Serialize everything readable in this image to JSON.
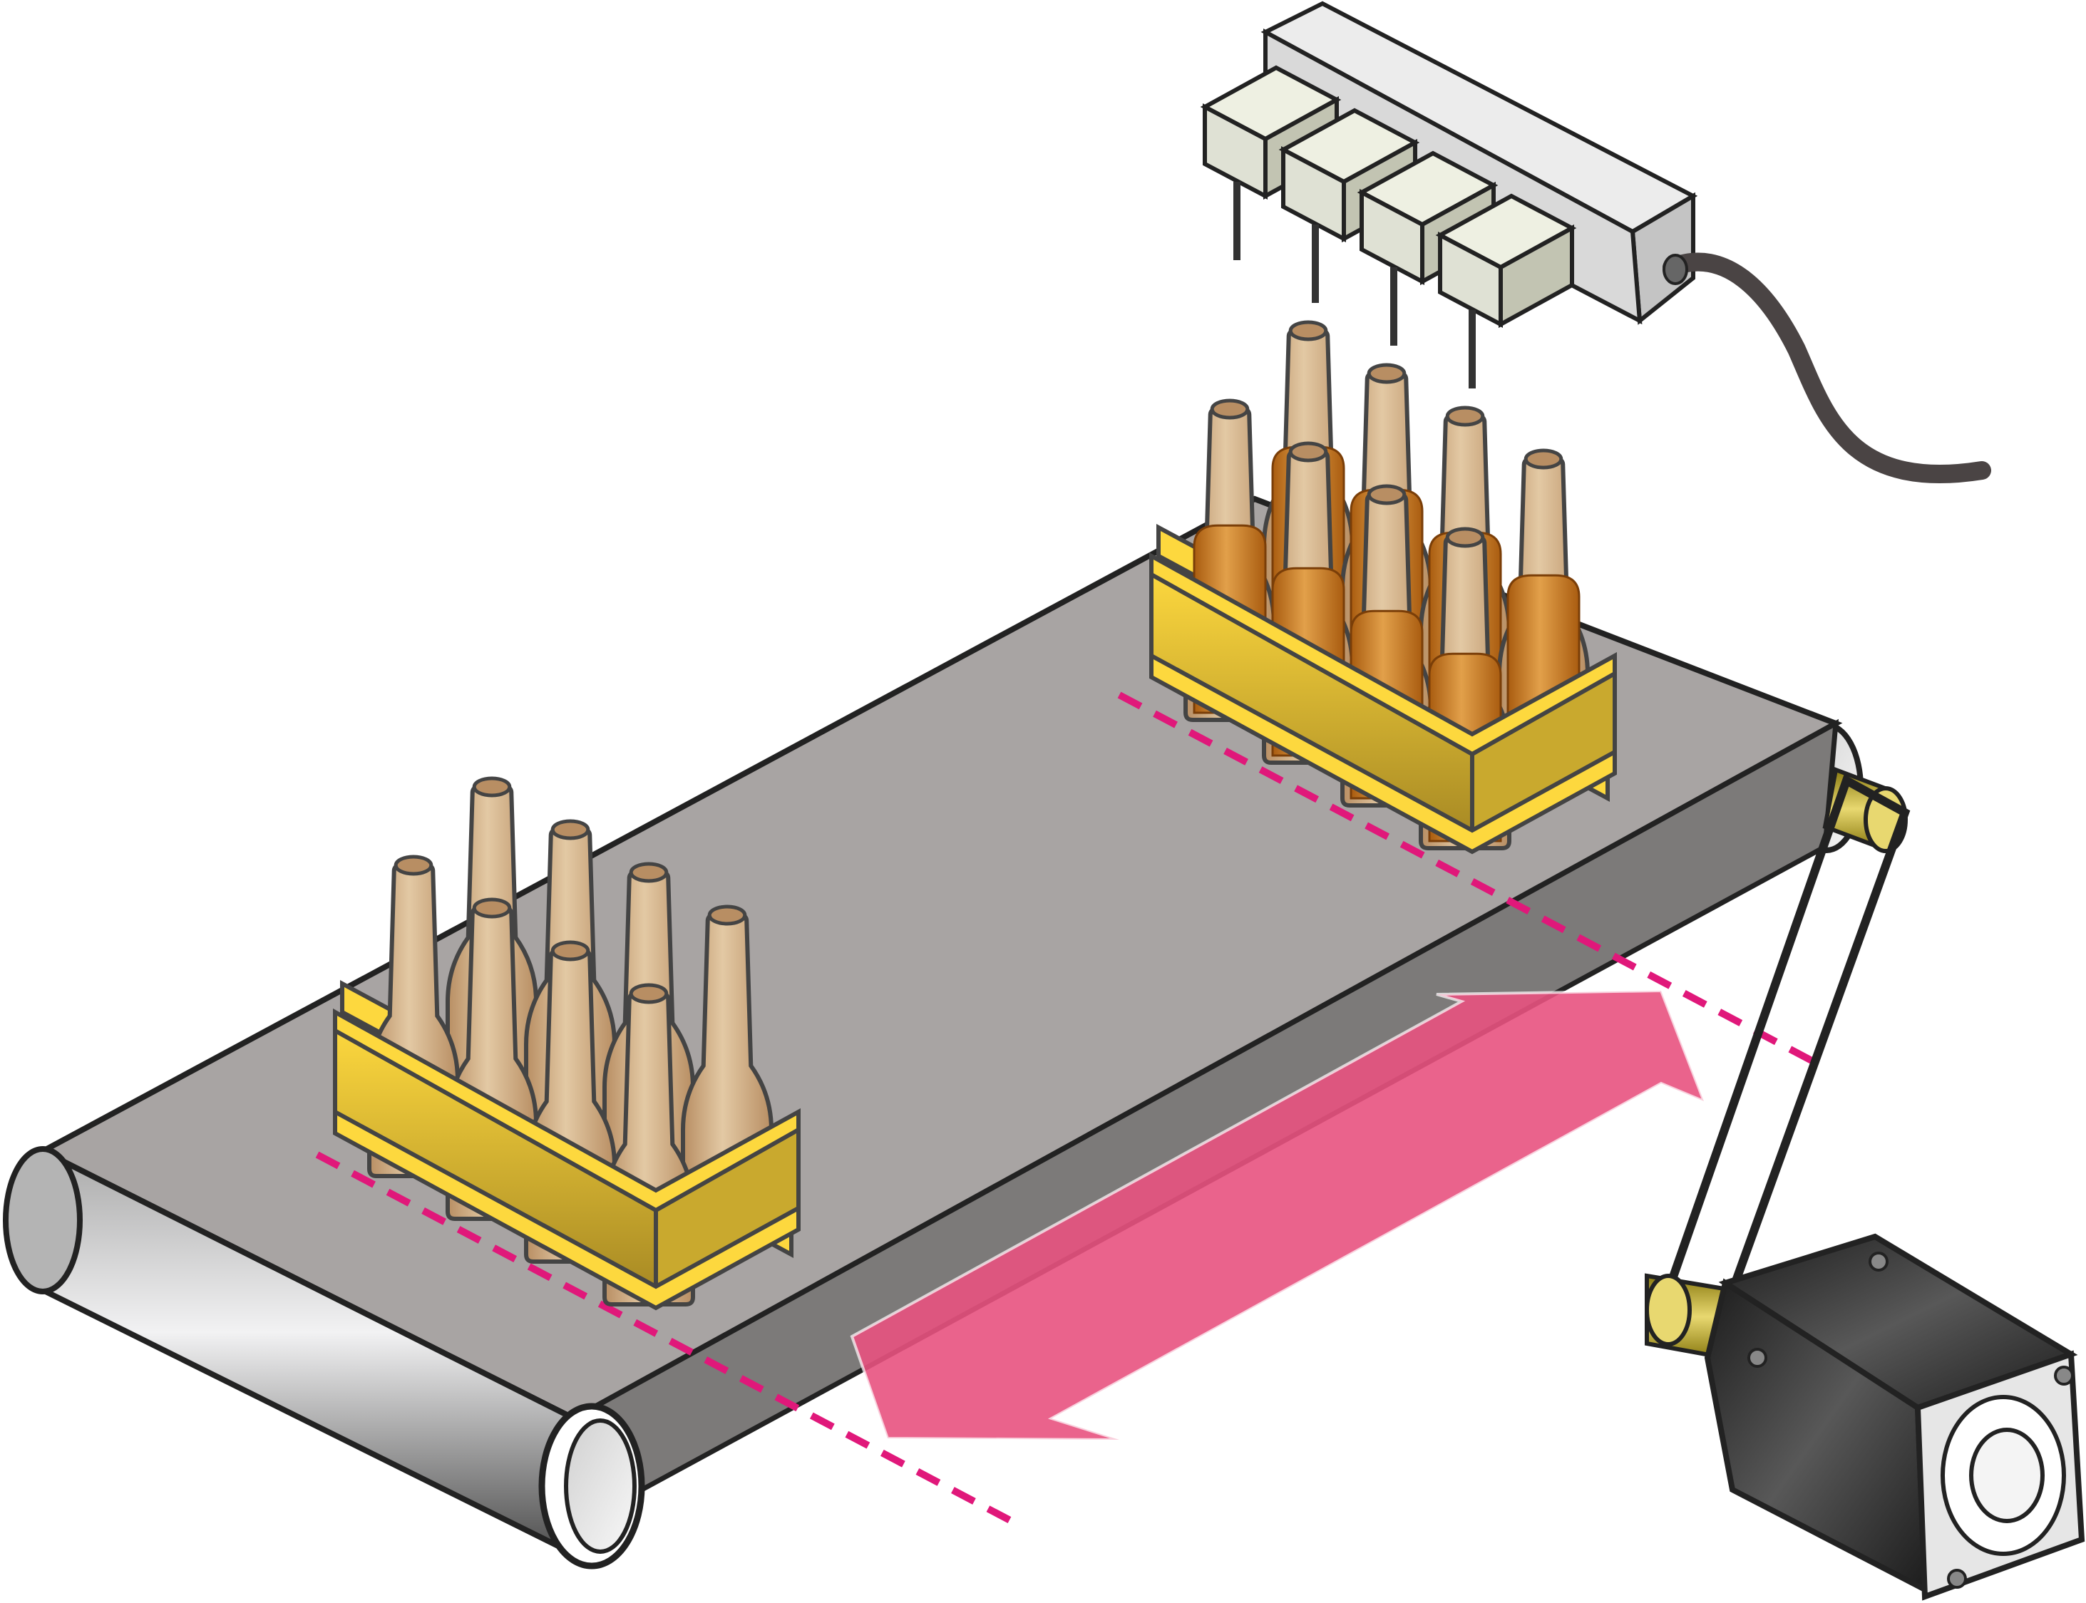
{
  "diagram": {
    "components": [
      {
        "id": "conveyor-belt",
        "kind": "conveyor-belt"
      },
      {
        "id": "front-roller",
        "kind": "roller"
      },
      {
        "id": "rear-roller",
        "kind": "roller"
      },
      {
        "id": "filling-station",
        "kind": "filling-nozzle-bar",
        "nozzles": 4
      },
      {
        "id": "power-cable",
        "kind": "cable"
      },
      {
        "id": "crate-empty",
        "kind": "crate",
        "bottles": 8,
        "filled": false
      },
      {
        "id": "crate-filled",
        "kind": "crate",
        "bottles": 8,
        "filled": true
      },
      {
        "id": "drive-belt",
        "kind": "belt"
      },
      {
        "id": "stepper-motor",
        "kind": "motor"
      },
      {
        "id": "motion-arrow",
        "kind": "double-arrow",
        "meaning": "reciprocating-movement"
      },
      {
        "id": "stop-position-lines",
        "kind": "dashed-line",
        "count": 2
      }
    ],
    "colors": {
      "belt_top": "#a8a4a3",
      "belt_side": "#7c7a79",
      "roller_light": "#e4e4e6",
      "roller_dark": "#6a6a6a",
      "crate": "#fdd83e",
      "crate_shade": "#b4982a",
      "bottle_empty": "#dbbf9a",
      "bottle_empty_shade": "#b88e63",
      "liquid": "#c87520",
      "liquid_light": "#e2a04a",
      "arrow": "#e8527f",
      "dashed": "#e0187a",
      "motor_body": "#2d2d2d",
      "motor_face": "#e6e6e6",
      "shaft": "#c8b030",
      "outline": "#333333",
      "nozzle_box": "#dfe1d4",
      "rail": "#d9d9d9",
      "cable": "#4a4444"
    }
  }
}
